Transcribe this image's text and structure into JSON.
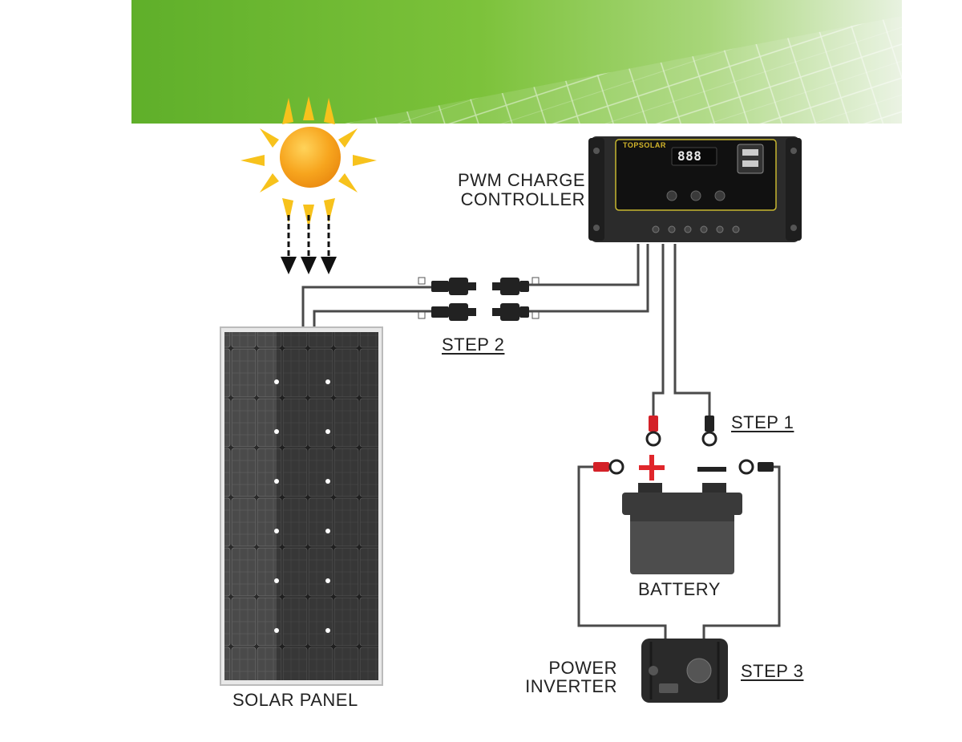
{
  "diagram": {
    "labels": {
      "controller_line1": "PWM CHARGE",
      "controller_line2": "CONTROLLER",
      "step1": "STEP 1",
      "step2": "STEP 2",
      "step3": "STEP 3",
      "battery": "BATTERY",
      "inverter_line1": "POWER",
      "inverter_line2": "INVERTER",
      "solar_panel": "SOLAR PANEL",
      "plus_sign": "+",
      "minus_sign": "−"
    },
    "controller": {
      "brand": "TOPSOLAR",
      "display": "888",
      "brand_color": "#d4b62a"
    },
    "colors": {
      "banner_green": "#6cb52f",
      "sun_orange": "#f5a11c",
      "ray_yellow": "#f7c21c",
      "positive_red": "#e0262b",
      "wire_gray": "#555555"
    },
    "icons": [
      "sun-icon",
      "sunlight-arrows-icon",
      "mc4-connector-icon",
      "ring-terminal-icon",
      "usb-port-icon"
    ]
  }
}
